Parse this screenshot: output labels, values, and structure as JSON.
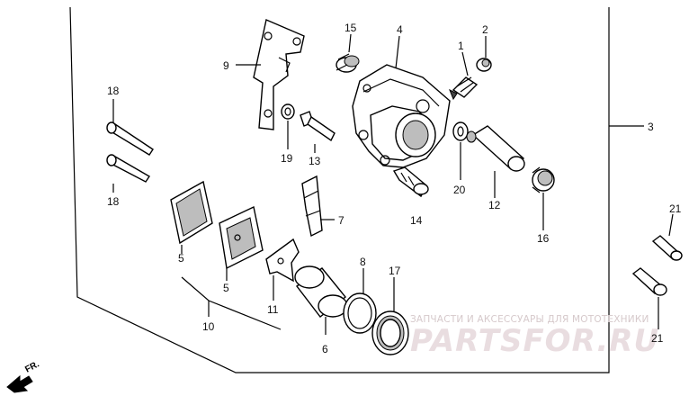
{
  "callouts": {
    "c1": "1",
    "c2": "2",
    "c3": "3",
    "c4": "4",
    "c5a": "5",
    "c5b": "5",
    "c6": "6",
    "c7": "7",
    "c8": "8",
    "c9": "9",
    "c10": "10",
    "c11": "11",
    "c12": "12",
    "c13": "13",
    "c14": "14",
    "c15": "15",
    "c16": "16",
    "c17": "17",
    "c18a": "18",
    "c18b": "18",
    "c19": "19",
    "c20": "20",
    "c21a": "21",
    "c21b": "21"
  },
  "direction": {
    "label": "FR."
  },
  "watermark": {
    "subtitle": "ЗАПЧАСТИ И АКСЕССУАРЫ ДЛЯ МОТОТЕХНИКИ",
    "brand": "PARTSFOR.RU"
  }
}
